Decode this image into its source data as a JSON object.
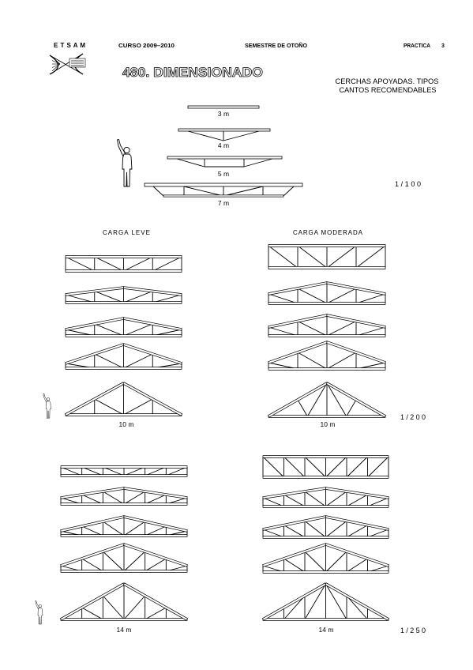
{
  "header": {
    "school": "E T S A M",
    "course": "CURSO 2009–2010",
    "semester": "SEMESTRE DE OTOÑO",
    "practice_label": "PRACTICA",
    "practice_number": "3"
  },
  "title": "480. DIMENSIONADO",
  "subtitle": [
    "CERCHAS APOYADAS. TIPOS",
    "CANTOS RECOMENDABLES"
  ],
  "beams": {
    "spans": [
      "3 m",
      "4 m",
      "5 m",
      "7 m"
    ],
    "scale": "1/100"
  },
  "columns": {
    "light": "CARGA LEVE",
    "moderate": "CARGA MODERADA"
  },
  "group_10m": {
    "span_light": "10 m",
    "span_moderate": "10 m",
    "scale": "1/200"
  },
  "group_14m": {
    "span_light": "14 m",
    "span_moderate": "14 m",
    "scale": "1/250"
  }
}
